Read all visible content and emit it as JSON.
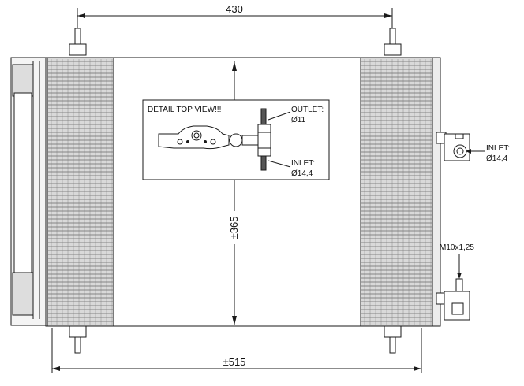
{
  "dimensions": {
    "top_width": "430",
    "height": "±365",
    "bottom_width": "±515"
  },
  "detail": {
    "title": "DETAIL TOP VIEW!!!",
    "outlet_label": "OUTLET:",
    "outlet_value": "Ø11",
    "inlet_label": "INLET:",
    "inlet_value": "Ø14,4"
  },
  "side_inlet": {
    "label": "INLET:",
    "value": "Ø14,4"
  },
  "thread": {
    "label": "M10x1,25"
  },
  "colors": {
    "line": "#1a1a1a",
    "core_fill": "#d9d9d9",
    "fin_fill": "#bdbdbd",
    "background": "#ffffff"
  }
}
